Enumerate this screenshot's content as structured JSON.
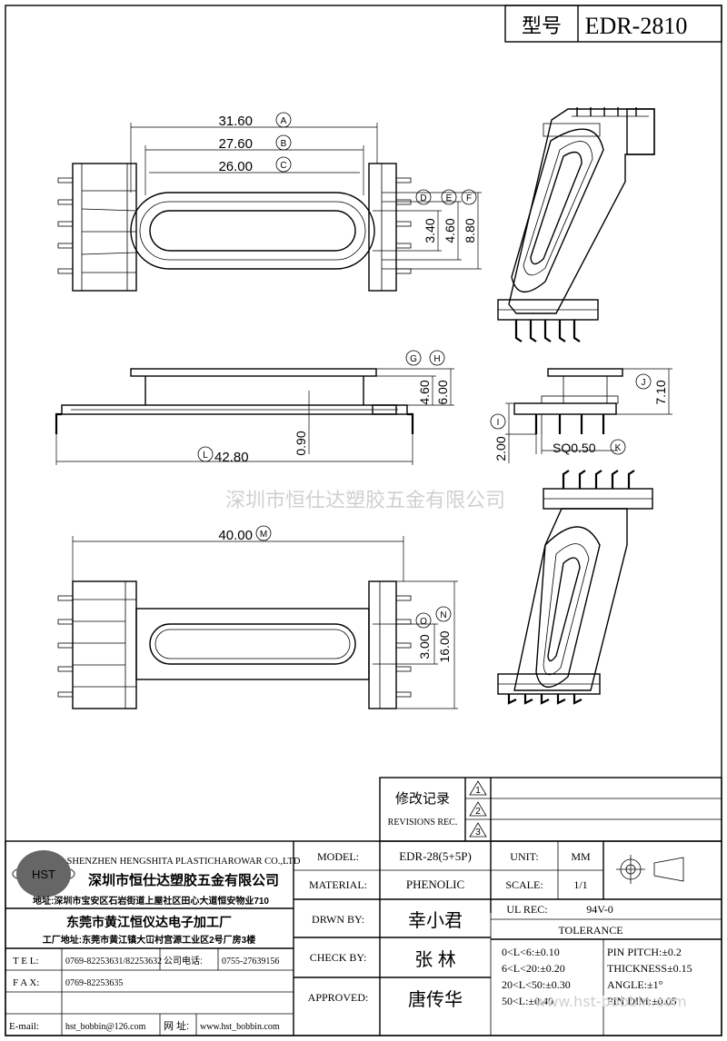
{
  "header": {
    "model_label": "型号",
    "model_value": "EDR-2810"
  },
  "top_view": {
    "dims": {
      "a": "31.60",
      "a_tag": "A",
      "b": "27.60",
      "b_tag": "B",
      "c": "26.00",
      "c_tag": "C",
      "d_tag": "D",
      "e_tag": "E",
      "f_tag": "F",
      "d": "3.40",
      "e": "4.60",
      "f": "8.80"
    }
  },
  "side_view": {
    "dims": {
      "g_tag": "G",
      "h_tag": "H",
      "g": "4.60",
      "h": "6.00",
      "t": "0.90",
      "l": "42.80",
      "l_tag": "L"
    }
  },
  "end_view": {
    "dims": {
      "j": "7.10",
      "j_tag": "J",
      "i": "2.00",
      "i_tag": "I",
      "k": "SQ0.50",
      "k_tag": "K"
    }
  },
  "bottom_view": {
    "dims": {
      "m": "40.00",
      "m_tag": "M",
      "n": "16.00",
      "n_tag": "N",
      "o": "3.00",
      "o_tag": "O"
    }
  },
  "watermark": "深圳市恒仕达塑胶五金有限公司",
  "revisions": {
    "label_cn": "修改记录",
    "label_en": "REVISIONS REC.",
    "rows": [
      "1",
      "2",
      "3"
    ]
  },
  "company": {
    "logo_text": "HST",
    "name_en": "SHENZHEN HENGSHITA PLASTICHAROWAR CO.,LTD",
    "name_cn": "深圳市恒仕达塑胶五金有限公司",
    "address": "地址:深圳市宝安区石岩街道上屋社区田心大道恒安物业710",
    "factory_name": "东莞市黄江恒仪达电子加工厂",
    "factory_address": "工厂地址:东莞市黄江镇大冚村宫源工业区2号厂房3楼",
    "tel_label": "T E L:",
    "tel": "0769-82253631/82253632",
    "company_phone_label": "公司电话:",
    "company_phone": "0755-27639156",
    "fax_label": "F A X:",
    "fax": "0769-82253635",
    "email_label": "E-mail:",
    "email": "hst_bobbin@126.com",
    "web_label": "网 址:",
    "web": "www.hst_bobbin.com"
  },
  "spec": {
    "model_label": "MODEL:",
    "model": "EDR-28(5+5P)",
    "material_label": "MATERIAL:",
    "material": "PHENOLIC",
    "unit_label": "UNIT:",
    "unit": "MM",
    "scale_label": "SCALE:",
    "scale": "1/1",
    "drawn_label": "DRWN BY:",
    "drawn": "幸小君",
    "check_label": "CHECK BY:",
    "check": "张  林",
    "approved_label": "APPROVED:",
    "approved": "唐传华",
    "ul_label": "UL REC:",
    "ul": "94V-0",
    "tolerance_label": "TOLERANCE",
    "tol": [
      "0<L<6:±0.10",
      "6<L<20:±0.20",
      "20<L<50:±0.30",
      "50<L:±0.40"
    ],
    "pin_pitch": "PIN PITCH:±0.2",
    "thickness": "THICKNESS±0.15",
    "angle": "ANGLE:±1°",
    "pin_dim": "PIN DIM:±0.05",
    "footer_watermark": "www.hst-bobbin.com"
  }
}
